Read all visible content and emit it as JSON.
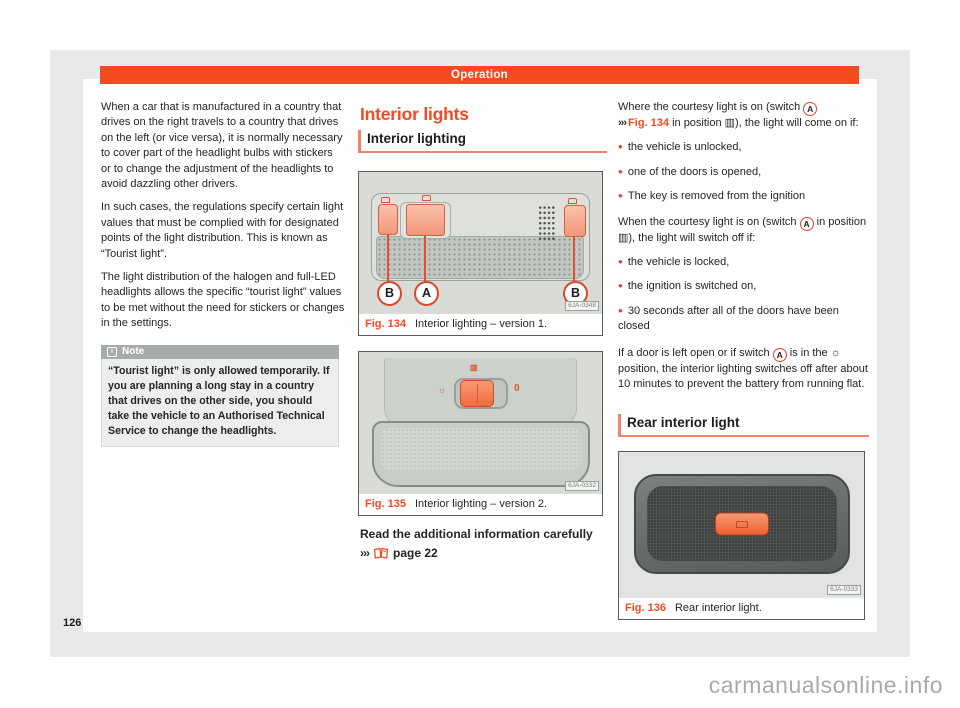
{
  "header": {
    "title": "Operation"
  },
  "page_number": "126",
  "watermark": "carmanualsonline.info",
  "left_column": {
    "p1": "When a car that is manufactured in a country that drives on the right travels to a country that drives on the left (or vice versa), it is normally necessary to cover part of the headlight bulbs with stickers or to change the adjustment of the headlights to avoid dazzling other drivers.",
    "p2": "In such cases, the regulations specify certain light values that must be complied with for designated points of the light distribution. This is known as “Tourist light”.",
    "p3": "The light distribution of the halogen and full-LED headlights allows the specific “tourist light” values to be met without the need for stickers or changes in the settings.",
    "note": {
      "icon": "i",
      "title": "Note",
      "body": "“Tourist light” is only allowed temporarily. If you are planning a long stay in a country that drives on the other side, you should take the vehicle to an Authorised Technical Service to change the headlights."
    }
  },
  "middle_column": {
    "section_title": "Interior lights",
    "subsection_title": "Interior lighting",
    "fig134": {
      "label": "Fig. 134",
      "caption": "Interior lighting – version 1.",
      "code": "6JA-0348",
      "markers": [
        "B",
        "A",
        "B"
      ]
    },
    "fig135": {
      "label": "Fig. 135",
      "caption": "Interior lighting – version 2.",
      "code": "6JA-0332",
      "icon_left": "☼",
      "icon_top": "▥",
      "zero": "0"
    },
    "read_more": {
      "line1": "Read the additional information carefully",
      "chevrons": "›››",
      "page_ref": "page 22"
    }
  },
  "right_column": {
    "switch_badge": "A",
    "p1": {
      "pre": "Where the courtesy light is on (switch ",
      "chevrons": "››› ",
      "fig_ref": "Fig. 134",
      "post": " in position ▥), the light will come on if:"
    },
    "list1": [
      "the vehicle is unlocked,",
      "one of the doors is opened,",
      "The key is removed from the ignition"
    ],
    "p2": {
      "pre": "When the courtesy light is on (switch ",
      "post": " in position ▥), the light will switch off if:"
    },
    "list2": [
      "the vehicle is locked,",
      "the ignition is switched on,",
      "30 seconds after all of the doors have been closed"
    ],
    "p3": {
      "pre": "If a door is left open or if switch ",
      "post": " is in the ☼ position, the interior lighting switches off after about 10 minutes to prevent the battery from running flat."
    },
    "subsection_title": "Rear interior light",
    "fig136": {
      "label": "Fig. 136",
      "caption": "Rear interior light.",
      "code": "6JA-0333"
    }
  }
}
